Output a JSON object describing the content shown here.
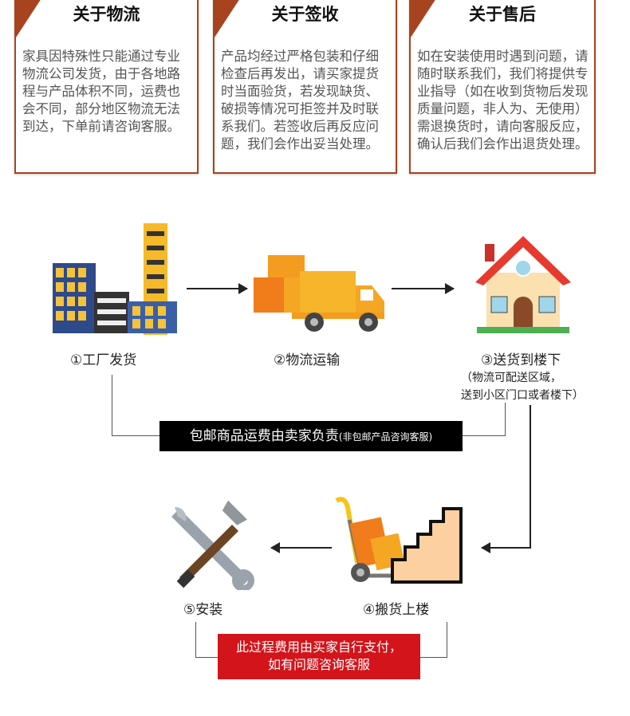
{
  "cards": [
    {
      "title": "关于物流",
      "body": "家具因特殊性只能通过专业物流公司发货，由于各地路程与产品体积不同，运费也会不同，部分地区物流无法到达，下单前请咨询客服。"
    },
    {
      "title": "关于签收",
      "body": "产品均经过严格包装和仔细检查后再发出，请买家提货时当面验货，若发现缺货、破损等情况可拒签并及时联系我们。若签收后再反应问题，我们会作出妥当处理。"
    },
    {
      "title": "关于售后",
      "body": "如在安装使用时遇到问题，请随时联系我们，我们将提供专业指导（如在收到货物后发现质量问题，非人为、无使用）需退换货时，请向客服反应，确认后我们会作出退货处理。"
    }
  ],
  "steps": [
    {
      "label": "①工厂发货"
    },
    {
      "label": "②物流运输"
    },
    {
      "label": "③送货到楼下",
      "note1": "（物流可配送区域，",
      "note2": "送到小区门口或者楼下）"
    },
    {
      "label": "④搬货上楼"
    },
    {
      "label": "⑤安装"
    }
  ],
  "notice_black": {
    "main": "包邮商品运费由卖家负责",
    "sub": "(非包邮产品咨询客服)"
  },
  "notice_red": {
    "line1": "此过程费用由买家自行支付，",
    "line2": "如有问题咨询客服"
  },
  "colors": {
    "card_border": "#a8431f",
    "red": "#d3141b"
  }
}
